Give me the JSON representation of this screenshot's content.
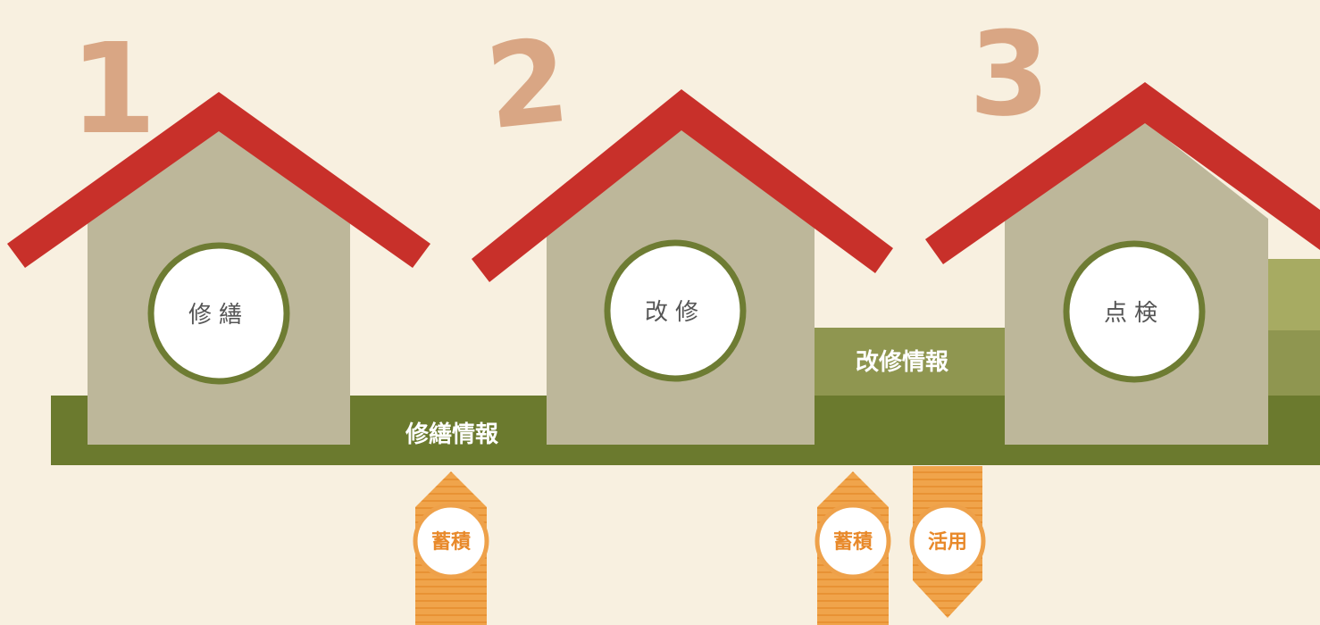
{
  "steps": [
    {
      "number": "1",
      "label": "修繕"
    },
    {
      "number": "2",
      "label": "改修"
    },
    {
      "number": "3",
      "label": "点検"
    }
  ],
  "bands": {
    "repair_info": "修繕情報",
    "renovation_info": "改修情報"
  },
  "arrows": {
    "accumulate_1": "蓄積",
    "accumulate_2": "蓄積",
    "utilize": "活用"
  },
  "colors": {
    "background": "#f8f0e0",
    "roof": "#c8302a",
    "wall": "#bdb79a",
    "band_dark": "#6b7a2e",
    "band_light": "#8f9650",
    "circle_ring": "#6e7c33",
    "number": "#d9a684",
    "arrow": "#eea14a"
  }
}
